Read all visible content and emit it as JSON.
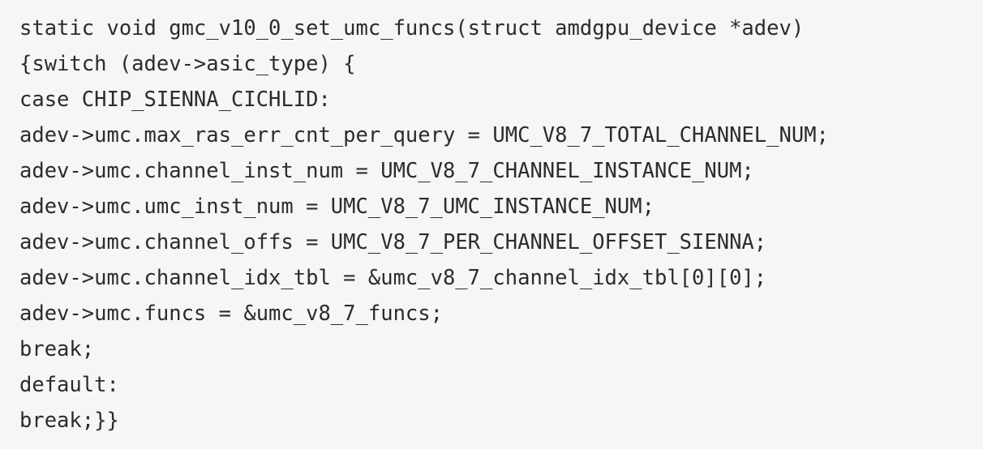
{
  "code": {
    "lines": [
      "static void gmc_v10_0_set_umc_funcs(struct amdgpu_device *adev)",
      "{switch (adev->asic_type) {",
      "case CHIP_SIENNA_CICHLID:",
      "adev->umc.max_ras_err_cnt_per_query = UMC_V8_7_TOTAL_CHANNEL_NUM;",
      "adev->umc.channel_inst_num = UMC_V8_7_CHANNEL_INSTANCE_NUM;",
      "adev->umc.umc_inst_num = UMC_V8_7_UMC_INSTANCE_NUM;",
      "adev->umc.channel_offs = UMC_V8_7_PER_CHANNEL_OFFSET_SIENNA;",
      "adev->umc.channel_idx_tbl = &umc_v8_7_channel_idx_tbl[0][0];",
      "adev->umc.funcs = &umc_v8_7_funcs;",
      "break;",
      "default:",
      "break;}}"
    ]
  }
}
